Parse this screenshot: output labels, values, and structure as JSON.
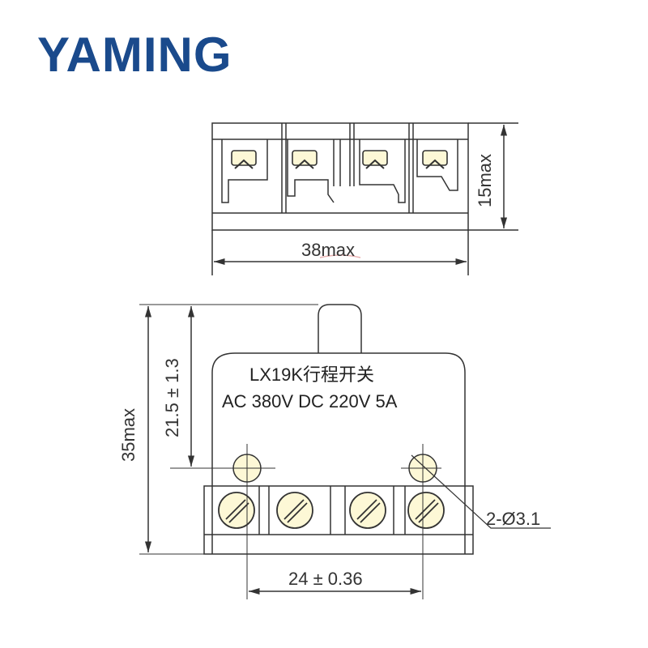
{
  "brand": {
    "name": "YAMING",
    "color": "#1a4a8c"
  },
  "colors": {
    "line": "#333333",
    "terminal_fill": "#fdf8d6",
    "accent": "#e8b0b0"
  },
  "top_view": {
    "height_dim": "15max",
    "width_dim": "38max"
  },
  "front_view": {
    "label_model": "LX19K行程开关",
    "label_rating": "AC 380V DC 220V 5A",
    "dim_overall_height": "35max",
    "dim_actuator_height": "21.5 ± 1.3",
    "dim_hole": "2-Ø3.1",
    "dim_hole_spacing": "24 ± 0.36"
  }
}
